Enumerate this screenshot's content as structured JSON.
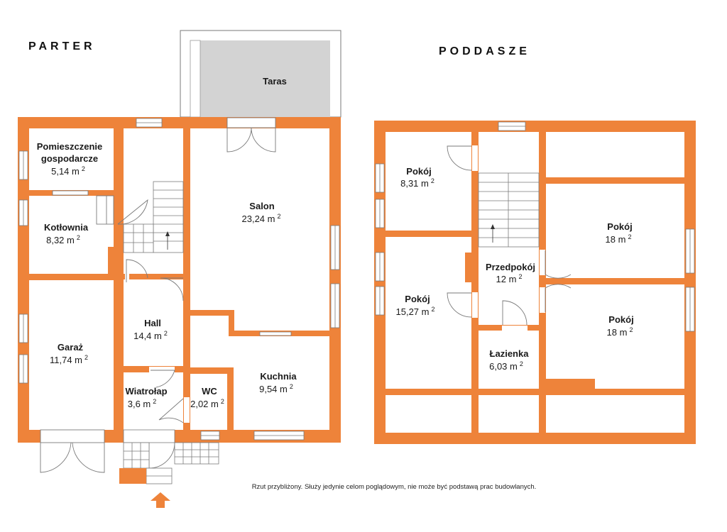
{
  "colors": {
    "wall": "#EE833A",
    "terrace_fill": "#D3D3D3",
    "line": "#7a7a7a",
    "text": "#1a1a1a"
  },
  "floors": {
    "ground": {
      "title": "PARTER",
      "rooms": [
        {
          "name": "Pomieszczenie",
          "name2": "gospodarcze",
          "area": "5,14 m",
          "sup": "2"
        },
        {
          "name": "Kotłownia",
          "area": "8,32 m",
          "sup": "2"
        },
        {
          "name": "Garaż",
          "area": "11,74 m",
          "sup": "2"
        },
        {
          "name": "Salon",
          "area": "23,24 m",
          "sup": "2"
        },
        {
          "name": "Hall",
          "area": "14,4 m",
          "sup": "2"
        },
        {
          "name": "Wiatrołap",
          "area": "3,6 m",
          "sup": "2"
        },
        {
          "name": "WC",
          "area": "2,02 m",
          "sup": "2"
        },
        {
          "name": "Kuchnia",
          "area": "9,54 m",
          "sup": "2"
        }
      ],
      "terrace": "Taras"
    },
    "attic": {
      "title": "PODDASZE",
      "rooms": [
        {
          "name": "Pokój",
          "area": "8,31 m",
          "sup": "2"
        },
        {
          "name": "Pokój",
          "area": "15,27 m",
          "sup": "2"
        },
        {
          "name": "Przedpokój",
          "area": "12 m",
          "sup": "2"
        },
        {
          "name": "Łazienka",
          "area": "6,03 m",
          "sup": "2"
        },
        {
          "name": "Pokój",
          "area": "18 m",
          "sup": "2"
        },
        {
          "name": "Pokój",
          "area": "18 m",
          "sup": "2"
        }
      ]
    }
  },
  "disclaimer": "Rzut przybliżony. Służy jedynie celom poglądowym, nie może być podstawą prac budowlanych.",
  "icons": {
    "entrance": "entrance-arrow-icon",
    "stairs": "stairs-icon"
  }
}
